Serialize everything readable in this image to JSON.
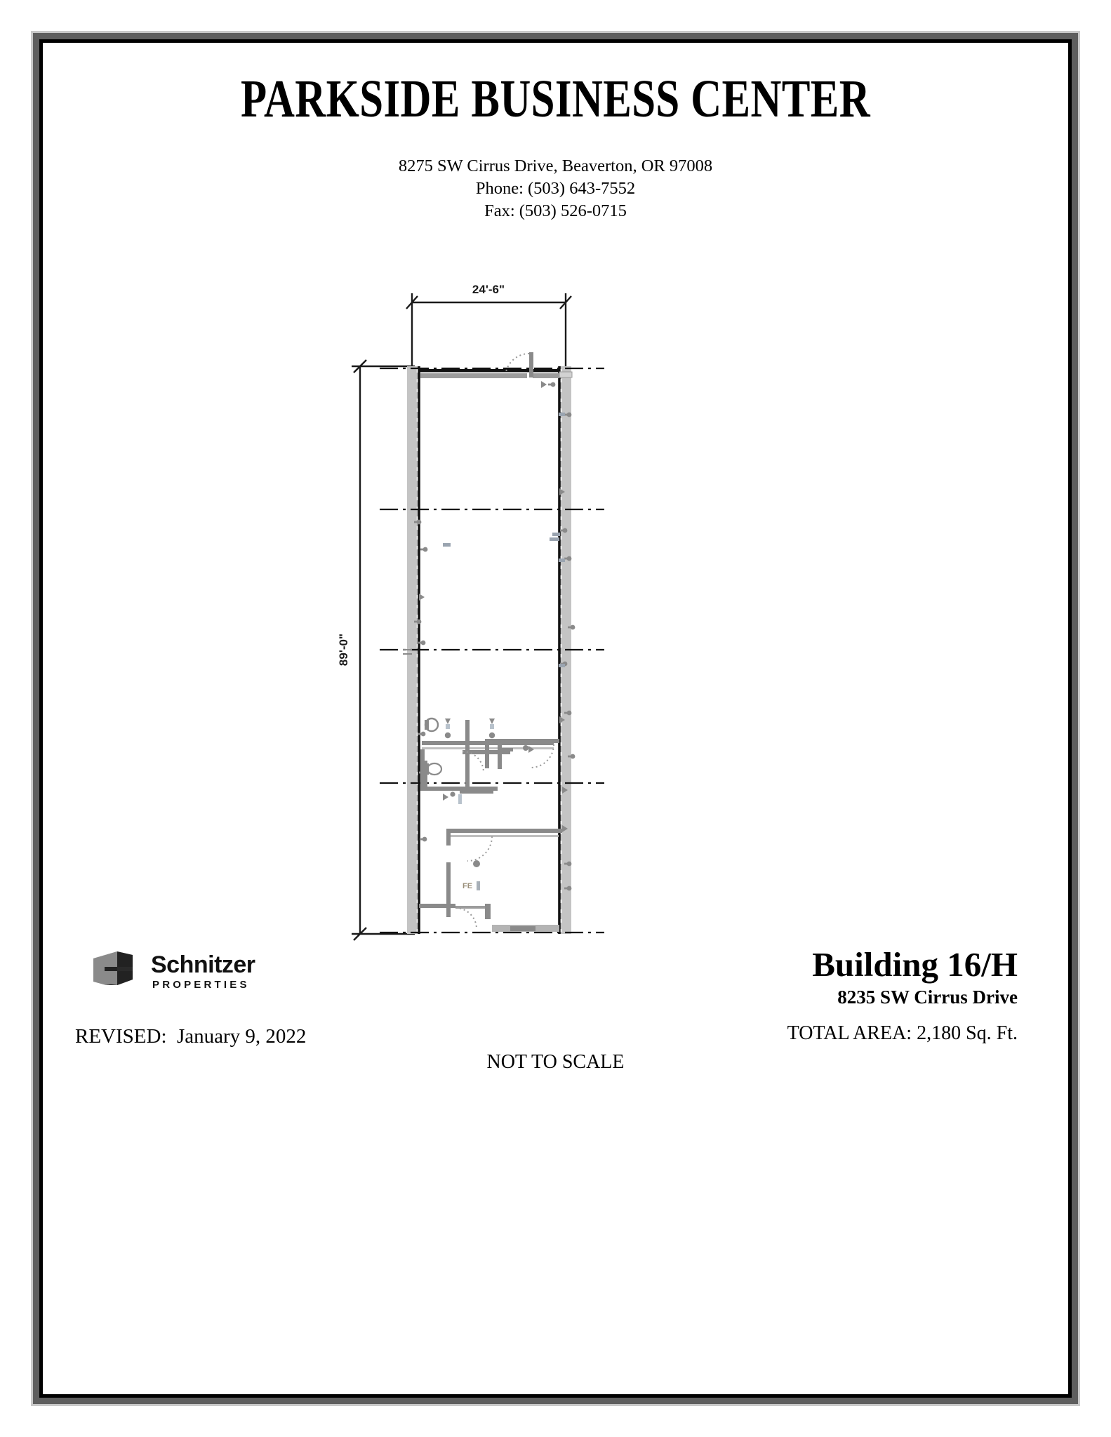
{
  "header": {
    "title": "PARKSIDE BUSINESS CENTER",
    "address_line": "8275 SW Cirrus Drive, Beaverton, OR 97008",
    "phone_line": "Phone: (503) 643-7552",
    "fax_line": "Fax: (503) 526-0715"
  },
  "plan": {
    "width_dimension": "24'-6\"",
    "height_dimension": "89'-0\"",
    "fire_extinguisher_label": "FE",
    "wall_fill_color": "#c4c4c4",
    "wall_line_color": "#000000",
    "fixture_color": "#8a8a8a",
    "notes": "Floor plan of a long narrow tenant suite: open warehouse bays at top, partitioned office and restroom area at bottom."
  },
  "footer": {
    "logo": {
      "mark_name": "schnitzer-s-mark",
      "wordmark": "Schnitzer",
      "subtitle": "PROPERTIES",
      "mark_light_color": "#8a8a8a",
      "mark_dark_color": "#1a1a1a"
    },
    "revised_label": "REVISED:",
    "revised_date": "January 9, 2022",
    "not_to_scale": "NOT TO SCALE",
    "building_name": "Building 16/H",
    "building_address": "8235 SW Cirrus Drive",
    "total_area": "TOTAL AREA: 2,180 Sq. Ft."
  }
}
